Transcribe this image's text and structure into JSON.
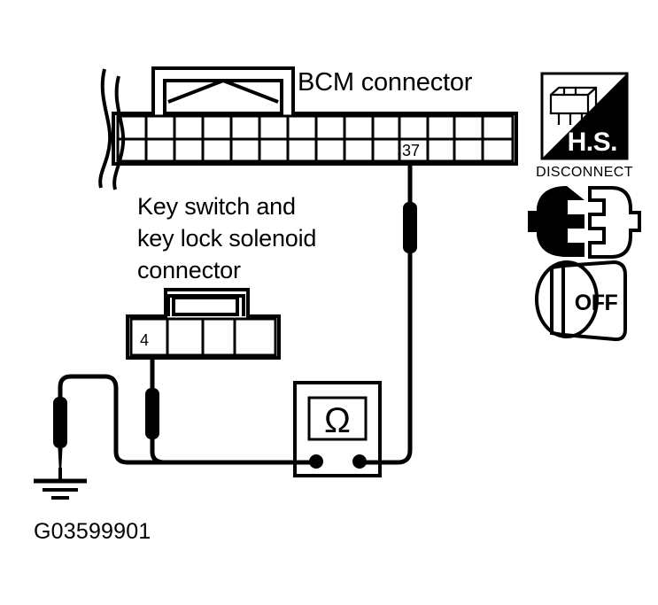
{
  "diagram": {
    "figure_code": "G03599901",
    "background_color": "#ffffff",
    "line_color": "#000000"
  },
  "bcm": {
    "title": "BCM connector",
    "pin_label": "37",
    "cell_count": 14,
    "latch_present": true,
    "harness_break": true
  },
  "key_switch": {
    "label_line1": "Key switch and",
    "label_line2": "key lock solenoid",
    "label_line3": "connector",
    "pin_label": "4",
    "cell_count": 4
  },
  "meter": {
    "symbol": "Ω",
    "name": "ohmmeter",
    "terminal_count": 2
  },
  "ground": {
    "name": "chassis-ground",
    "bar_count": 3
  },
  "icons": {
    "hs": {
      "text": "H.S.",
      "caption": "DISCONNECT",
      "bg_dark": "#000000",
      "bg_light": "#ffffff"
    },
    "disconnect": {
      "name": "plug-socket-disconnect"
    },
    "ignition": {
      "text": "OFF",
      "name": "ignition-key-off"
    }
  },
  "probes": [
    {
      "name": "ground-probe"
    },
    {
      "name": "pin4-probe"
    },
    {
      "name": "pin37-probe"
    }
  ]
}
